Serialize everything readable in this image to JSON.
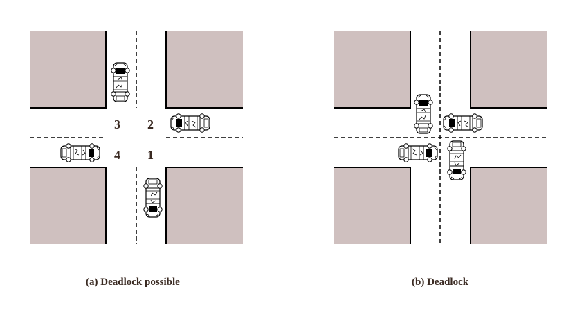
{
  "colors": {
    "block": "#cfc0bf",
    "line": "#000000",
    "text": "#3a2a22",
    "car": "#ffffff"
  },
  "panel_a": {
    "caption": "(a) Deadlock possible",
    "zones": [
      "1",
      "2",
      "3",
      "4"
    ]
  },
  "panel_b": {
    "caption": "(b) Deadlock"
  },
  "icons": {
    "car": "car-icon"
  }
}
